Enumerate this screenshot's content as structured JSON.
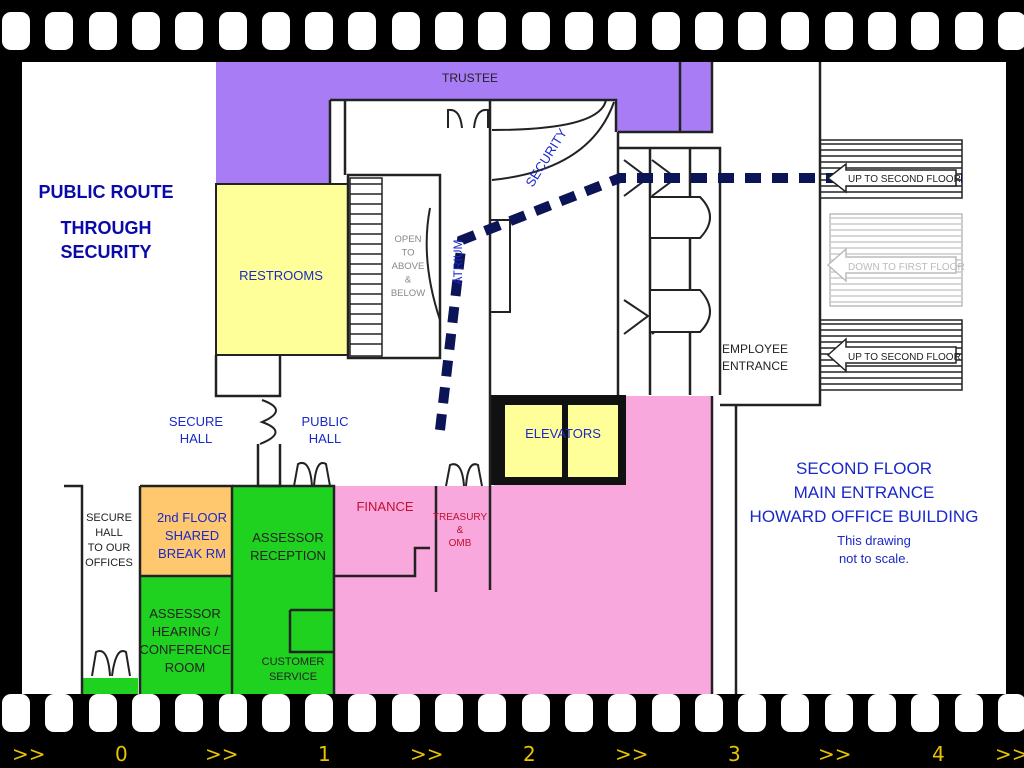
{
  "filmstrip": {
    "frame_labels": [
      ">>",
      "0",
      ">>",
      "1",
      ">>",
      "2",
      ">>",
      "3",
      ">>",
      "4",
      ">>"
    ],
    "label_color": "#e8c400"
  },
  "colors": {
    "trustee": "#a77cf5",
    "restrooms": "#ffff99",
    "elevators": "#ffff99",
    "break_room": "#ffc86e",
    "assessor": "#1fd21f",
    "finance": "#f8a8dc",
    "route": "#0b1457",
    "label_blue": "#1a28c8",
    "legend_blue": "#0a0aa8",
    "finance_text": "#c01030"
  },
  "map": {
    "legend": {
      "line1": "PUBLIC ROUTE",
      "line2": "THROUGH",
      "line3": "SECURITY"
    },
    "rooms": {
      "trustee": "TRUSTEE",
      "restrooms": "RESTROOMS",
      "open_to_above": [
        "OPEN",
        "TO",
        "ABOVE",
        "&",
        "BELOW"
      ],
      "security": "SECURITY",
      "atrium": "ATRIUM",
      "elevators": "ELEVATORS",
      "finance": "FINANCE",
      "treasury": [
        "TREASURY",
        "&",
        "OMB"
      ],
      "assessor_reception": [
        "ASSESSOR",
        "RECEPTION"
      ],
      "break_room": [
        "2nd FLOOR",
        "SHARED",
        "BREAK RM"
      ],
      "hearing_room": [
        "ASSESSOR",
        "HEARING /",
        "CONFERENCE",
        "ROOM"
      ],
      "customer_service": [
        "CUSTOMER",
        "SERVICE"
      ],
      "secure_hall": [
        "SECURE",
        "HALL"
      ],
      "public_hall": [
        "PUBLIC",
        "HALL"
      ],
      "secure_hall_offices": [
        "SECURE",
        "HALL",
        "TO OUR",
        "OFFICES"
      ],
      "employee_entrance": [
        "EMPLOYEE",
        "ENTRANCE"
      ]
    },
    "stairs": {
      "up_top": "UP TO SECOND FLOOR",
      "down": "DOWN TO FIRST FLOOR",
      "up_bottom": "UP TO SECOND FLOOR"
    },
    "title": [
      "SECOND FLOOR",
      "MAIN ENTRANCE",
      "HOWARD OFFICE BUILDING"
    ],
    "note": [
      "This drawing",
      "not to scale."
    ]
  }
}
